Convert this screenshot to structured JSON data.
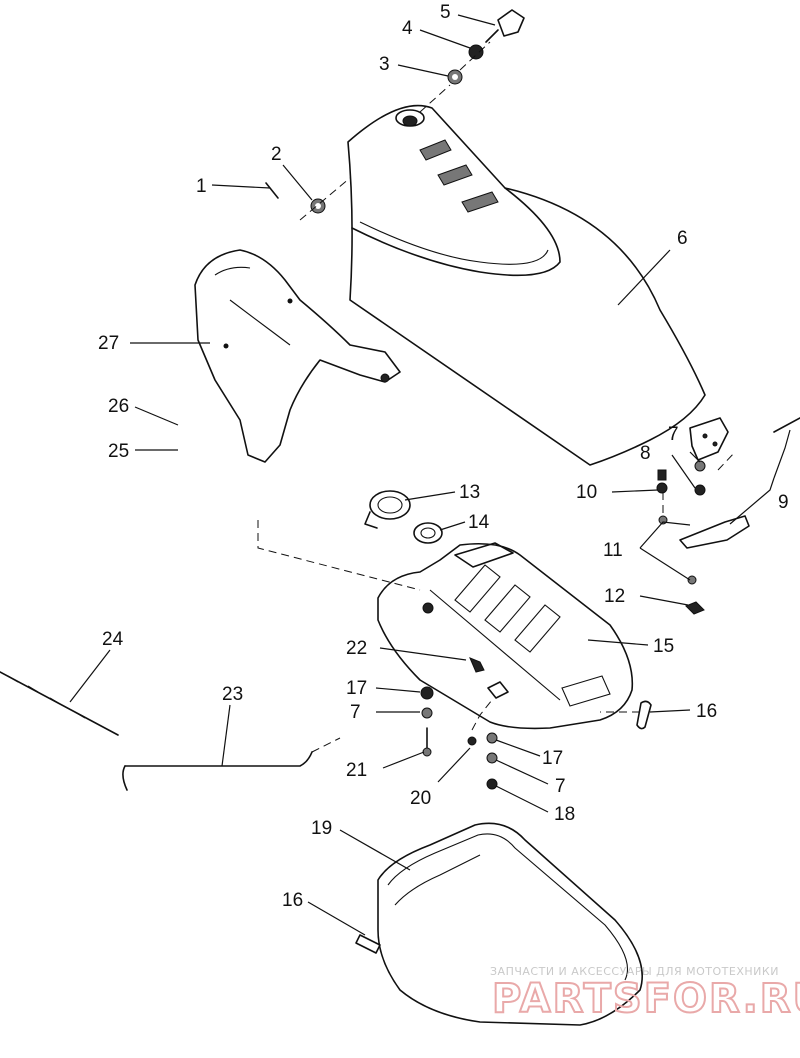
{
  "callouts": [
    "1",
    "2",
    "3",
    "4",
    "5",
    "6",
    "7",
    "8",
    "9",
    "10",
    "11",
    "12",
    "13",
    "14",
    "15",
    "16",
    "17",
    "18",
    "19",
    "20",
    "21",
    "22",
    "23",
    "24",
    "25",
    "26",
    "27"
  ],
  "watermark": {
    "tagline": "ЗАПЧАСТИ И АКСЕССУАРЫ ДЛЯ МОТОТЕХНИКИ",
    "brand": "PARTSFOR.RU"
  }
}
